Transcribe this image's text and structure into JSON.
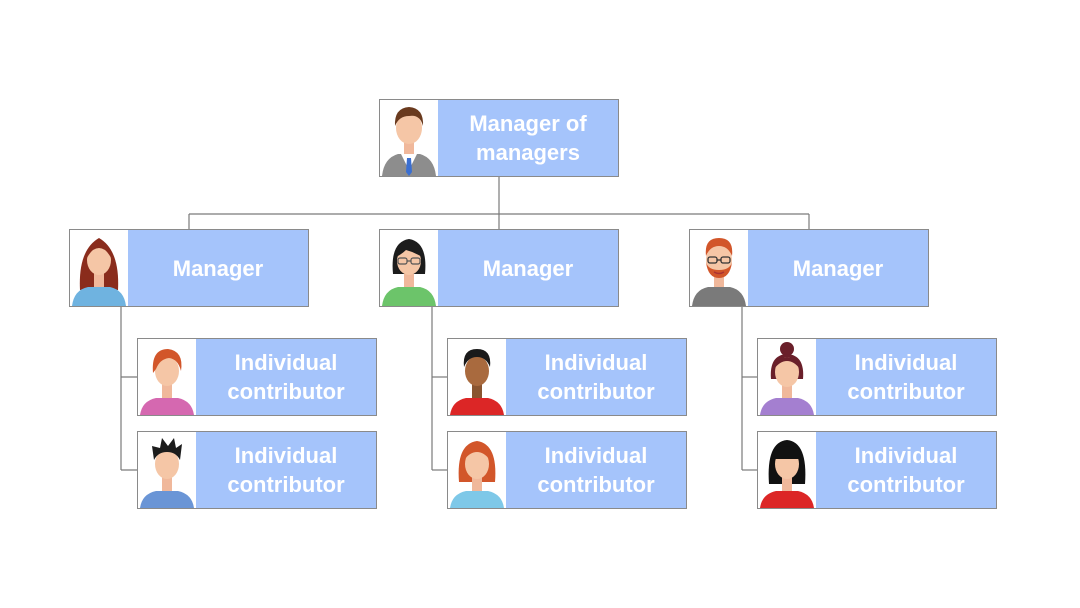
{
  "org_chart": {
    "root": {
      "label": "Manager of managers",
      "avatar": "man-suit-brown-hair-icon"
    },
    "managers": [
      {
        "label": "Manager",
        "avatar": "woman-long-brown-hair-icon",
        "reports": [
          {
            "label": "Individual contributor",
            "avatar": "woman-short-orange-hair-pink-shirt-icon"
          },
          {
            "label": "Individual contributor",
            "avatar": "man-spiky-black-hair-blue-shirt-icon"
          }
        ]
      },
      {
        "label": "Manager",
        "avatar": "woman-black-bob-glasses-green-shirt-icon",
        "reports": [
          {
            "label": "Individual contributor",
            "avatar": "man-dark-skin-red-shirt-icon"
          },
          {
            "label": "Individual contributor",
            "avatar": "woman-orange-hair-light-blue-shirt-icon"
          }
        ]
      },
      {
        "label": "Manager",
        "avatar": "man-red-hair-beard-glasses-grey-shirt-icon",
        "reports": [
          {
            "label": "Individual contributor",
            "avatar": "woman-hair-bun-purple-shirt-icon"
          },
          {
            "label": "Individual contributor",
            "avatar": "woman-black-hair-bangs-red-shirt-icon"
          }
        ]
      }
    ]
  },
  "colors": {
    "label_fill": "#a5c4fb",
    "label_text": "#ffffff",
    "border": "#8a8a8a",
    "connector": "#7a7a7a"
  }
}
